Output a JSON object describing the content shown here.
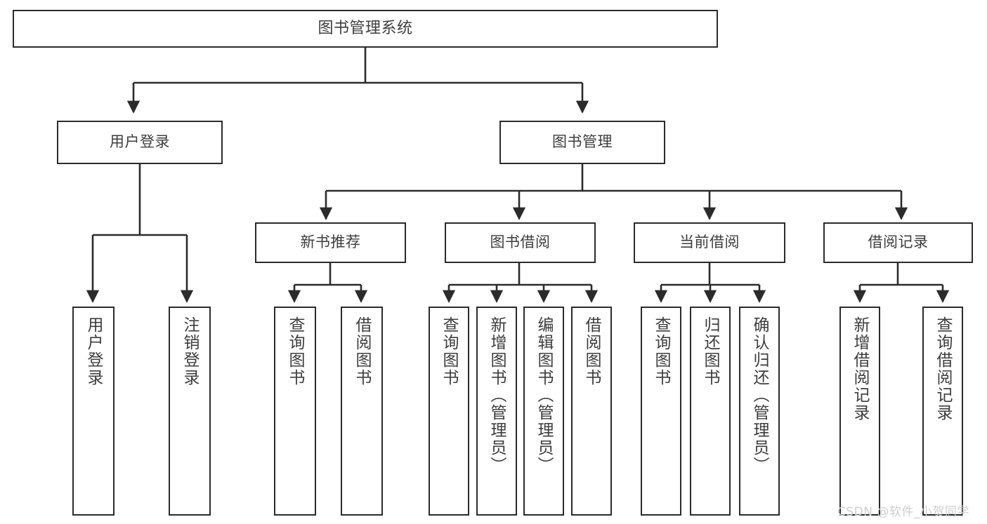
{
  "diagram": {
    "title": "图书管理系统",
    "type": "tree-hierarchy-chart",
    "colors": {
      "node_border": "#2b2b2b",
      "node_fill": "#ffffff",
      "edge": "#2b2b2b",
      "text": "#3d3d3d",
      "watermark": "#cfcfcf",
      "background": "#ffffff"
    },
    "root": {
      "label": "图书管理系统"
    },
    "level2": [
      {
        "id": "user-login",
        "label": "用户登录"
      },
      {
        "id": "book-management",
        "label": "图书管理"
      }
    ],
    "level3": [
      {
        "id": "new-book-recommend",
        "label": "新书推荐"
      },
      {
        "id": "book-borrow",
        "label": "图书借阅"
      },
      {
        "id": "current-borrow",
        "label": "当前借阅"
      },
      {
        "id": "borrow-record",
        "label": "借阅记录"
      }
    ],
    "leaves": {
      "user_login": [
        {
          "id": "leaf-user-login",
          "label": "用户登录"
        },
        {
          "id": "leaf-logout-login",
          "label": "注销登录"
        }
      ],
      "new_book_recommend": [
        {
          "id": "leaf-query-book-1",
          "label": "查询图书"
        },
        {
          "id": "leaf-borrow-book-1",
          "label": "借阅图书"
        }
      ],
      "book_borrow": [
        {
          "id": "leaf-query-book-2",
          "label": "查询图书"
        },
        {
          "id": "leaf-add-book",
          "label": "新增图书（管理员）"
        },
        {
          "id": "leaf-edit-book",
          "label": "编辑图书（管理员）"
        },
        {
          "id": "leaf-borrow-book-2",
          "label": "借阅图书"
        }
      ],
      "current_borrow": [
        {
          "id": "leaf-query-book-3",
          "label": "查询图书"
        },
        {
          "id": "leaf-return-book",
          "label": "归还图书"
        },
        {
          "id": "leaf-confirm-return",
          "label": "确认归还（管理员）"
        }
      ],
      "borrow_record": [
        {
          "id": "leaf-add-record",
          "label": "新增借阅记录"
        },
        {
          "id": "leaf-query-record",
          "label": "查询借阅记录"
        }
      ]
    },
    "watermark": "CSDN @软件_小贺同学"
  }
}
